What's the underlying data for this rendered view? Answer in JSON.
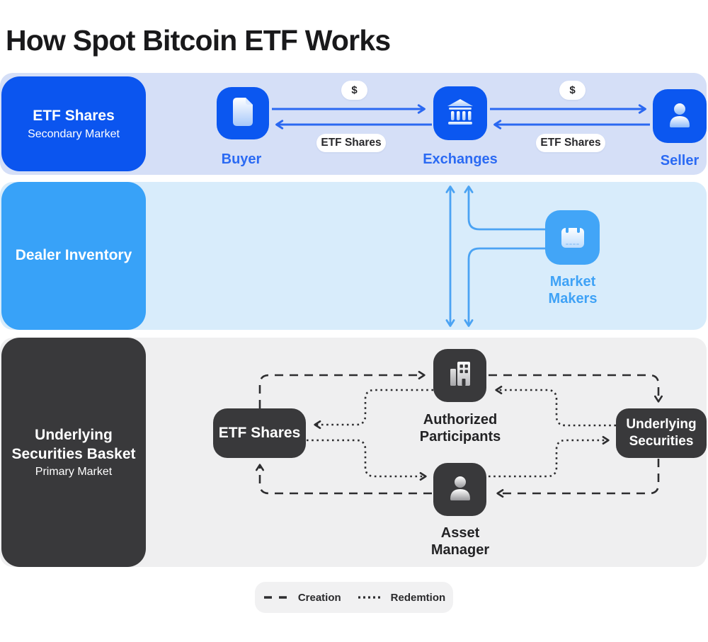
{
  "title": "How Spot Bitcoin ETF Works",
  "palette": {
    "royal_blue": "#0b55ef",
    "sky_blue": "#38a2f8",
    "dark_gray": "#39393b",
    "band_secondary_bg": "#d5dff7",
    "band_dealer_bg": "#d8ecfb",
    "band_primary_bg": "#efeff0",
    "arrow_blue": "#2b68f1",
    "arrow_sky": "#4ba3f3",
    "arrow_dark": "#2d2d2f"
  },
  "bands": {
    "secondary": {
      "label_title": "ETF Shares",
      "label_subtitle": "Secondary Market",
      "nodes": {
        "buyer": "Buyer",
        "exchanges": "Exchanges",
        "seller": "Seller"
      },
      "badge_dollar": "$",
      "badge_etf_shares": "ETF Shares"
    },
    "dealer": {
      "label_title": "Dealer Inventory",
      "nodes": {
        "market_makers": "Market Makers"
      }
    },
    "primary": {
      "label_title": "Underlying Securities Basket",
      "label_subtitle": "Primary Market",
      "nodes": {
        "etf_shares_box": "ETF Shares",
        "authorized_participants": "Authorized Participants",
        "underlying_securities": "Underlying Securities",
        "asset_manager": "Asset Manager"
      }
    }
  },
  "legend": {
    "creation": "Creation",
    "redemption": "Redemtion"
  }
}
